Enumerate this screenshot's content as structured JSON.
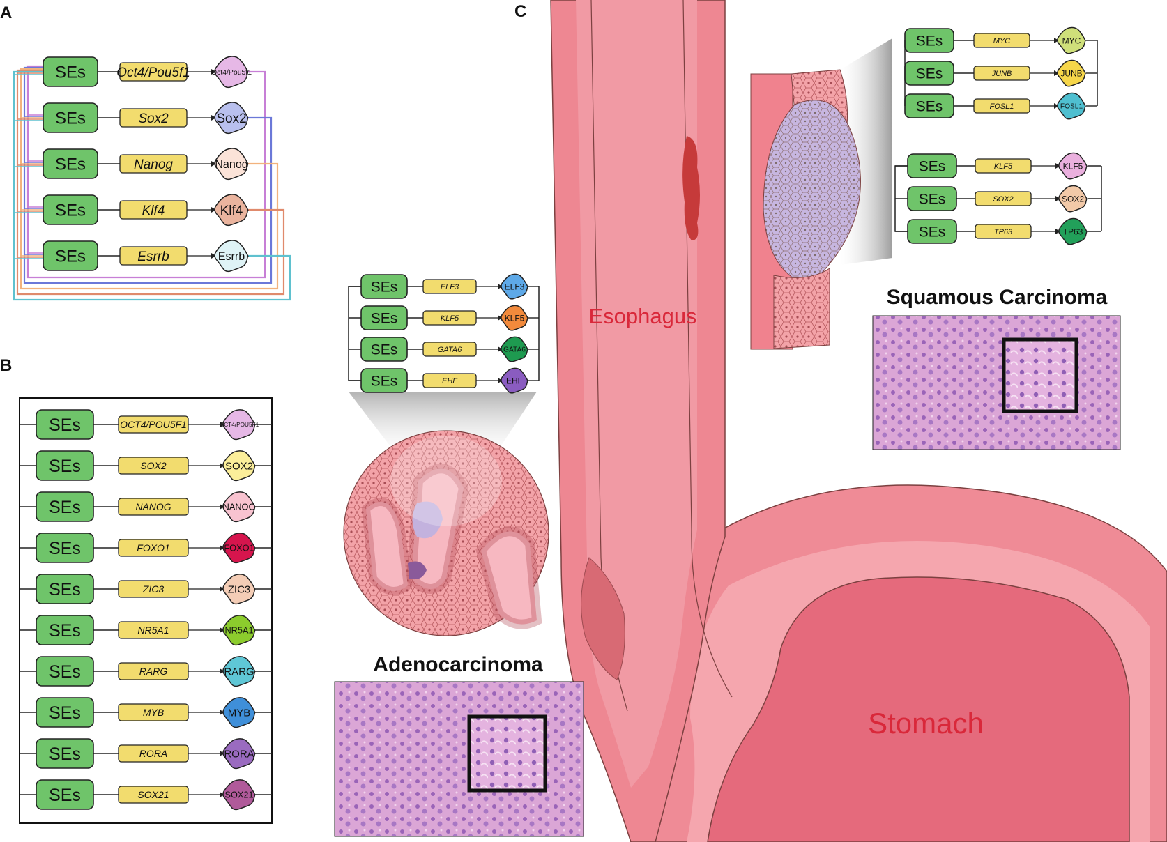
{
  "panels": {
    "a_label": "A",
    "b_label": "B",
    "c_label": "C"
  },
  "se_label": "SEs",
  "panel_a": {
    "rows": [
      {
        "gene": "Oct4/Pou5f1",
        "protein": "Oct4/Pou5f1",
        "protein_color": "#e6b8e6"
      },
      {
        "gene": "Sox2",
        "protein": "Sox2",
        "protein_color": "#b9c0ee"
      },
      {
        "gene": "Nanog",
        "protein": "Nanog",
        "protein_color": "#fbe3d8"
      },
      {
        "gene": "Klf4",
        "protein": "Klf4",
        "protein_color": "#eab49e"
      },
      {
        "gene": "Esrrb",
        "protein": "Esrrb",
        "protein_color": "#dff3f6"
      }
    ],
    "loop_colors": [
      "#c77fd6",
      "#6b78d8",
      "#f2b27d",
      "#e08a6c",
      "#5fc1cf"
    ]
  },
  "panel_b": {
    "rows": [
      {
        "gene": "OCT4/POU5F1",
        "protein": "OCT4/POU5F1",
        "protein_color": "#e6b8e6"
      },
      {
        "gene": "SOX2",
        "protein": "SOX2",
        "protein_color": "#fbee9a"
      },
      {
        "gene": "NANOG",
        "protein": "NANOG",
        "protein_color": "#f8c3d0"
      },
      {
        "gene": "FOXO1",
        "protein": "FOXO1",
        "protein_color": "#d6154d"
      },
      {
        "gene": "ZIC3",
        "protein": "ZIC3",
        "protein_color": "#f4cdb6"
      },
      {
        "gene": "NR5A1",
        "protein": "NR5A1",
        "protein_color": "#8ccc2d"
      },
      {
        "gene": "RARG",
        "protein": "RARG",
        "protein_color": "#5fc7d6"
      },
      {
        "gene": "MYB",
        "protein": "MYB",
        "protein_color": "#3f8fd9"
      },
      {
        "gene": "RORA",
        "protein": "RORA",
        "protein_color": "#9a6bc0"
      },
      {
        "gene": "SOX21",
        "protein": "SOX21",
        "protein_color": "#b05a9a"
      }
    ]
  },
  "panel_c": {
    "adeno_rows": [
      {
        "gene": "ELF3",
        "protein": "ELF3",
        "protein_color": "#5ea9e8"
      },
      {
        "gene": "KLF5",
        "protein": "KLF5",
        "protein_color": "#f28a3c"
      },
      {
        "gene": "GATA6",
        "protein": "GATA6",
        "protein_color": "#1e9a50"
      },
      {
        "gene": "EHF",
        "protein": "EHF",
        "protein_color": "#8a5cc0"
      }
    ],
    "squamous_rows_top": [
      {
        "gene": "MYC",
        "protein": "MYC",
        "protein_color": "#cfe07a"
      },
      {
        "gene": "JUNB",
        "protein": "JUNB",
        "protein_color": "#f6d64a"
      },
      {
        "gene": "FOSL1",
        "protein": "FOSL1",
        "protein_color": "#4fbfd0"
      }
    ],
    "squamous_rows_bottom": [
      {
        "gene": "KLF5",
        "protein": "KLF5",
        "protein_color": "#eab0de"
      },
      {
        "gene": "SOX2",
        "protein": "SOX2",
        "protein_color": "#f2c9a8"
      },
      {
        "gene": "TP63",
        "protein": "TP63",
        "protein_color": "#22a05a"
      }
    ],
    "esophagus_label": "Esophagus",
    "stomach_label": "Stomach",
    "adeno_title": "Adenocarcinoma",
    "squamous_title": "Squamous Carcinoma"
  },
  "colors": {
    "se_fill": "#6fc46a",
    "gene_fill": "#f2dc6e",
    "organ_pink": "#f0828e",
    "organ_dark": "#e56878",
    "organ_light": "#f6a9b0",
    "label_red": "#d9283a",
    "histology": "#c98fc4"
  }
}
